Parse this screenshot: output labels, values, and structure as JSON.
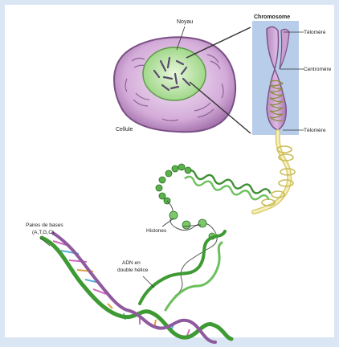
{
  "labels": {
    "noyau": "Noyau",
    "chromosome": "Chromosome",
    "telomere_top": "Télomère",
    "centromere": "Centromère",
    "telomere_bottom": "Télomère",
    "cellule": "Cellule",
    "histones": "Histones",
    "paires_line1": "Paires de bases",
    "paires_line2": "(A,T,G,C)",
    "adn_line1": "ADN en",
    "adn_line2": "double hélice"
  },
  "colors": {
    "frame": "#dbe6f4",
    "cell_fill": "#d8b4dc",
    "cell_stroke": "#7a4f86",
    "nucleus_fill": "#b9e2a3",
    "chromosome_panel": "#b7cdea",
    "chromosome": "#c9a0d0",
    "fiber_yellow": "#efe6a0",
    "fiber_green": "#59b24a",
    "dna_purple": "#8e5a9e"
  }
}
